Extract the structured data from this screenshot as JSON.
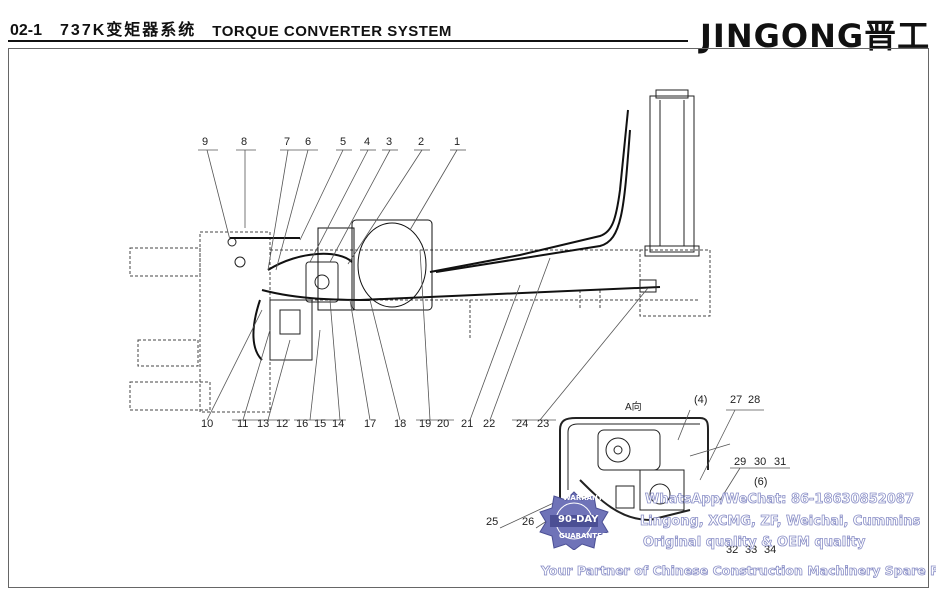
{
  "header": {
    "code": "02-1",
    "title_cn": "737K变矩器系统",
    "title_en": "TORQUE CONVERTER SYSTEM",
    "logo": "JINGONG晋工"
  },
  "view_label": "A向",
  "callouts": [
    {
      "id": "c9",
      "text": "9"
    },
    {
      "id": "c8",
      "text": "8"
    },
    {
      "id": "c7",
      "text": "7"
    },
    {
      "id": "c6",
      "text": "6"
    },
    {
      "id": "c5",
      "text": "5"
    },
    {
      "id": "c4",
      "text": "4"
    },
    {
      "id": "c3",
      "text": "3"
    },
    {
      "id": "c2",
      "text": "2"
    },
    {
      "id": "c1",
      "text": "1"
    },
    {
      "id": "c10",
      "text": "10"
    },
    {
      "id": "c11",
      "text": "11"
    },
    {
      "id": "c13",
      "text": "13"
    },
    {
      "id": "c12",
      "text": "12"
    },
    {
      "id": "c16",
      "text": "16"
    },
    {
      "id": "c15",
      "text": "15"
    },
    {
      "id": "c14",
      "text": "14"
    },
    {
      "id": "c17",
      "text": "17"
    },
    {
      "id": "c18",
      "text": "18"
    },
    {
      "id": "c19",
      "text": "19"
    },
    {
      "id": "c20",
      "text": "20"
    },
    {
      "id": "c21",
      "text": "21"
    },
    {
      "id": "c22",
      "text": "22"
    },
    {
      "id": "c24",
      "text": "24"
    },
    {
      "id": "c23",
      "text": "23"
    },
    {
      "id": "c4b",
      "text": "(4)"
    },
    {
      "id": "c27",
      "text": "27"
    },
    {
      "id": "c28",
      "text": "28"
    },
    {
      "id": "c29",
      "text": "29"
    },
    {
      "id": "c30",
      "text": "30"
    },
    {
      "id": "c31",
      "text": "31"
    },
    {
      "id": "c6b",
      "text": "(6)"
    },
    {
      "id": "c25",
      "text": "25"
    },
    {
      "id": "c26",
      "text": "26"
    },
    {
      "id": "c32",
      "text": "32"
    },
    {
      "id": "c33",
      "text": "33"
    },
    {
      "id": "c34",
      "text": "34"
    }
  ],
  "watermark": {
    "contact": "WhatsApp/WeChat: 86-18630852087",
    "brands": "Lingong, XCMG, ZF, Weichai, Cummins",
    "quality": "Original quality & OEM quality",
    "tagline": "Your Partner of Chinese Construction Machinery Spare Parts",
    "badge_top": "WARRANTY",
    "badge_mid": "90-DAY",
    "badge_bottom": "GUARANTEE"
  }
}
